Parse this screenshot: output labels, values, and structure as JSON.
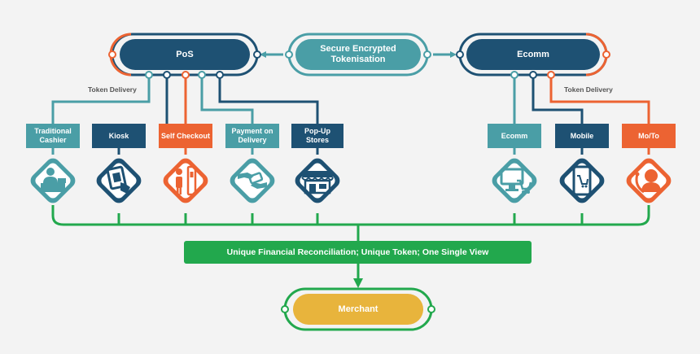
{
  "colors": {
    "navy": "#1e5173",
    "teal": "#4a9ea6",
    "orange": "#ec6332",
    "green": "#22a84d",
    "gold": "#e8b43c",
    "background": "#f3f3f3"
  },
  "hubs": {
    "pos": "PoS",
    "tokenisation": "Secure Encrypted Tokenisation",
    "ecomm": "Ecomm",
    "merchant": "Merchant"
  },
  "notes": {
    "left_token_delivery": "Token Delivery",
    "right_token_delivery": "Token Delivery"
  },
  "channels": [
    {
      "label": "Traditional Cashier",
      "color": "teal",
      "icon": "cashier-icon"
    },
    {
      "label": "Kiosk",
      "color": "navy",
      "icon": "kiosk-icon"
    },
    {
      "label": "Self Checkout",
      "color": "orange",
      "icon": "self-checkout-icon"
    },
    {
      "label": "Payment on Delivery",
      "color": "teal",
      "icon": "payment-handover-icon"
    },
    {
      "label": "Pop-Up Stores",
      "color": "navy",
      "icon": "storefront-icon"
    },
    {
      "label": "Ecomm",
      "color": "teal",
      "icon": "computer-cart-icon"
    },
    {
      "label": "Mobile",
      "color": "navy",
      "icon": "mobile-cart-icon"
    },
    {
      "label": "Mo/To",
      "color": "orange",
      "icon": "phone-operator-icon"
    }
  ],
  "reconciliation": "Unique Financial Reconciliation; Unique Token; One Single View"
}
